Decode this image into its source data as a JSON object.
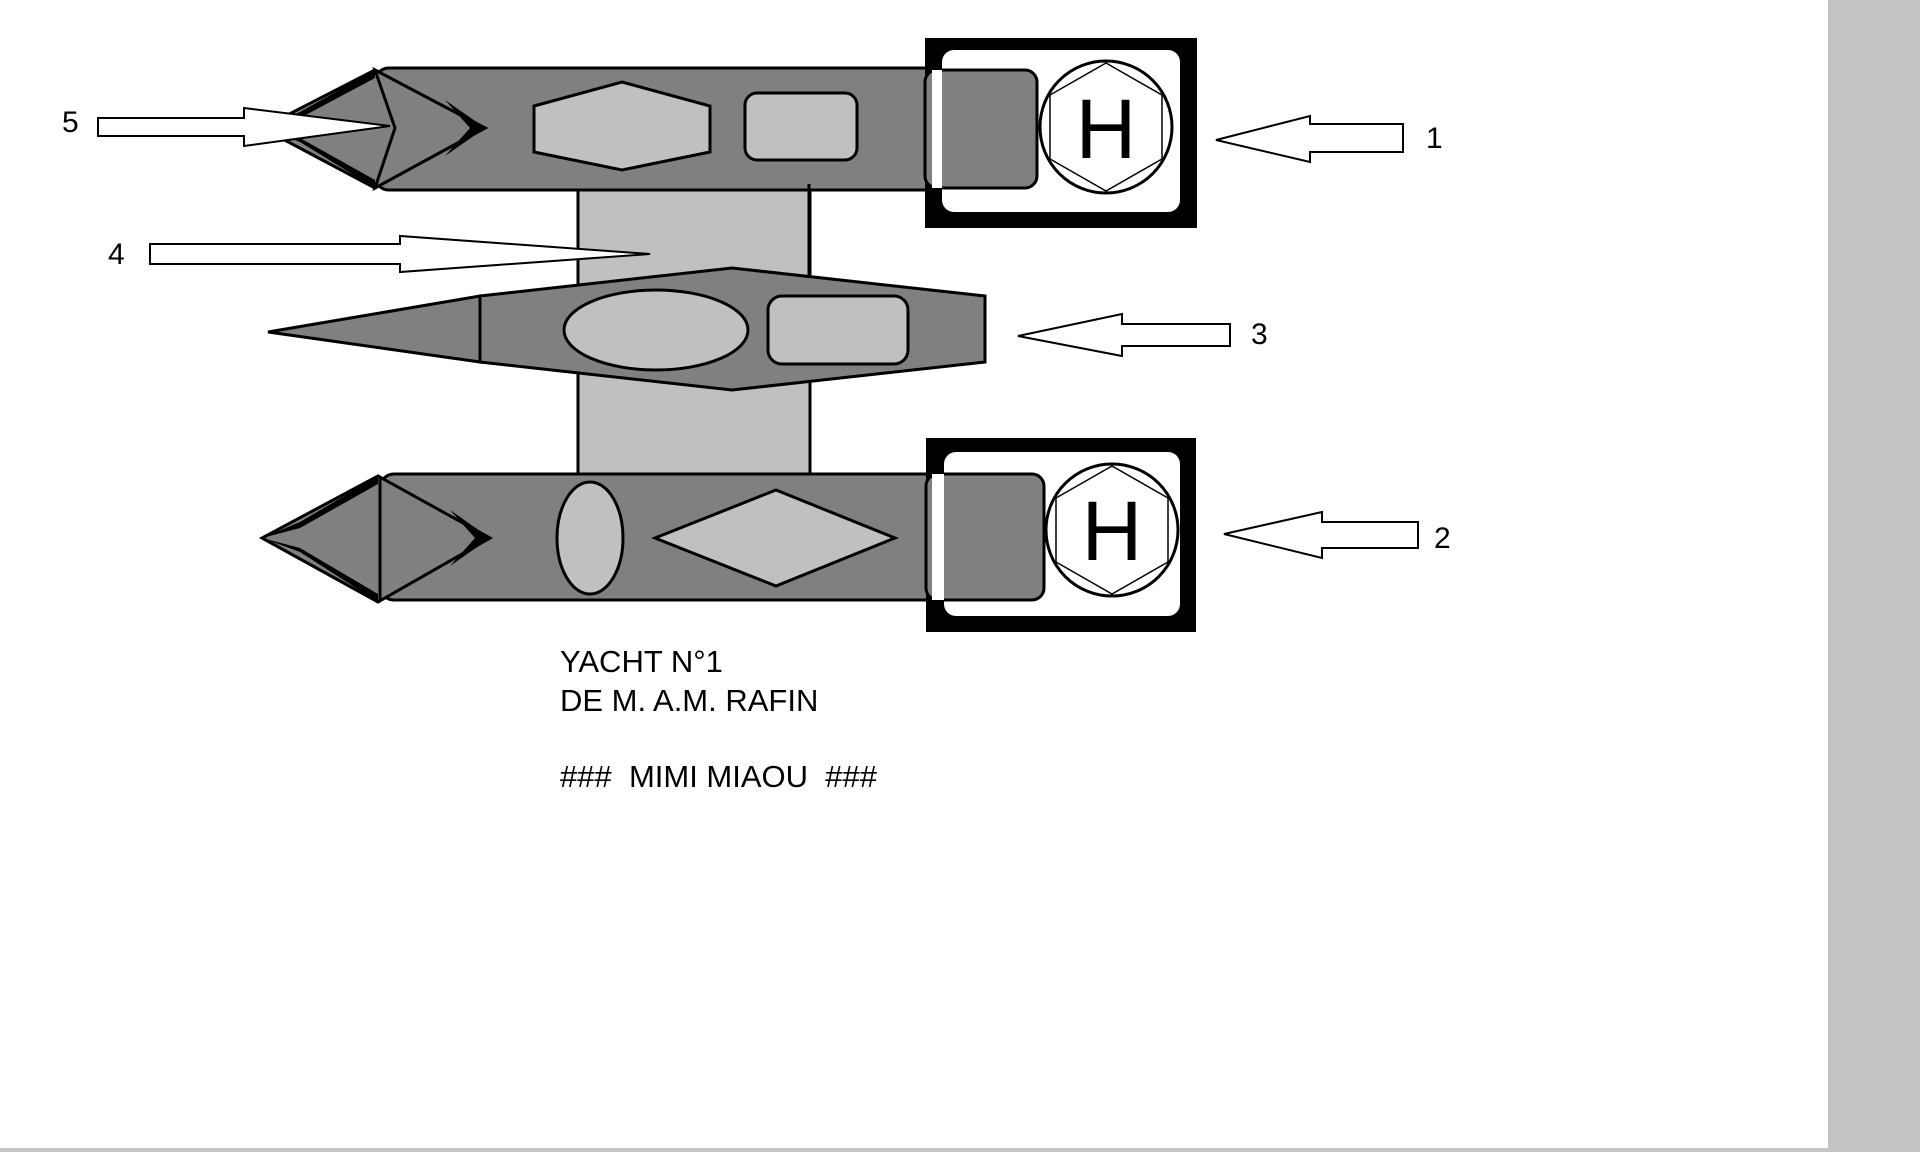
{
  "colors": {
    "background": "#ffffff",
    "hull_dark": "#808080",
    "hull_light": "#c0c0c0",
    "outline": "#000000",
    "side_panel": "#c3c3c3"
  },
  "callouts": {
    "one": "1",
    "two": "2",
    "three": "3",
    "four": "4",
    "five": "5"
  },
  "helipads": {
    "top_letter": "H",
    "bottom_letter": "H"
  },
  "caption": {
    "line1": "YACHT N°1",
    "line2": "DE M. A.M. RAFIN",
    "line3": "###  MIMI MIAOU  ###"
  }
}
